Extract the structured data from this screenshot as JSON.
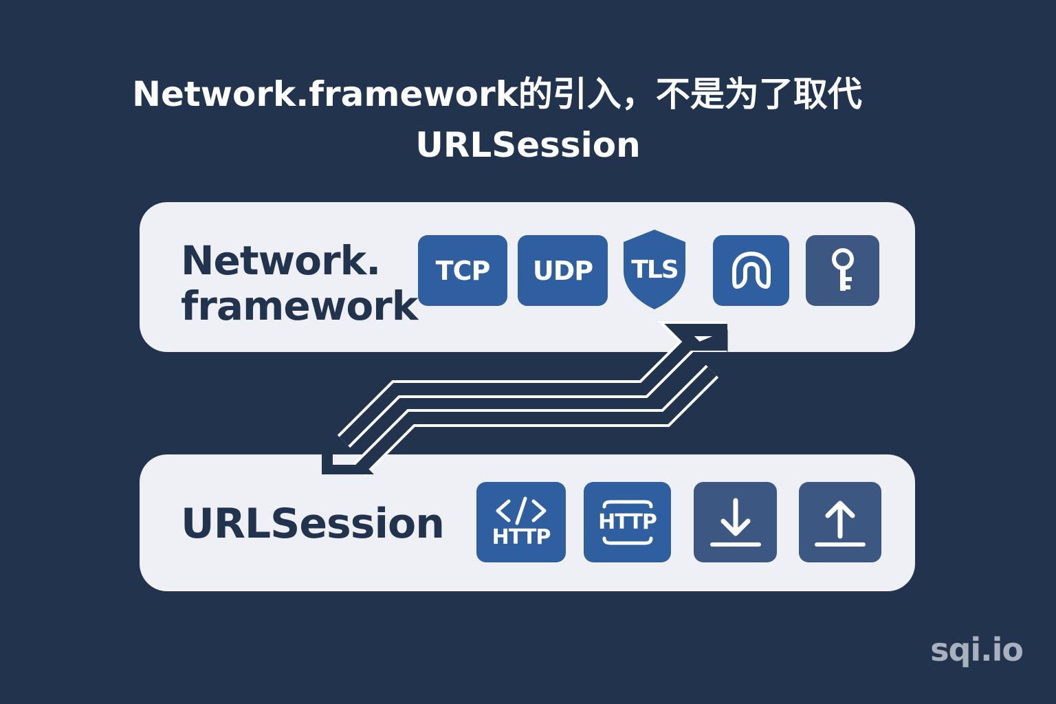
{
  "title": {
    "line1": "Network.framework的引入，不是为了取代",
    "line2": "URLSession"
  },
  "network_panel": {
    "label_line1": "Network.",
    "label_line2": "framework",
    "chips": [
      {
        "label": "TCP",
        "icon": "tcp-chip"
      },
      {
        "label": "UDP",
        "icon": "udp-chip"
      },
      {
        "label": "TLS",
        "icon": "shield-icon"
      },
      {
        "label": "",
        "icon": "loop-connection-icon"
      },
      {
        "label": "",
        "icon": "key-icon"
      }
    ]
  },
  "urlsession_panel": {
    "label": "URLSession",
    "chips": [
      {
        "label": "HTTP",
        "icon": "code-brackets-icon"
      },
      {
        "label": "HTTP",
        "icon": "http-bar-icon"
      },
      {
        "label": "",
        "icon": "download-icon"
      },
      {
        "label": "",
        "icon": "upload-icon"
      }
    ]
  },
  "watermark": "sqi.io",
  "colors": {
    "background": "#22344d",
    "panel": "#eef0f5",
    "chip_blue": "#2f5f9f",
    "chip_slate": "#3b5782",
    "text_dark": "#22344d"
  }
}
